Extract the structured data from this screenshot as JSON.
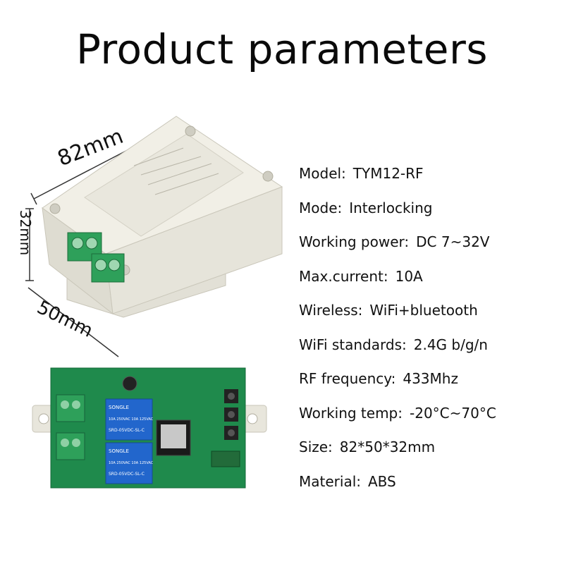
{
  "title": "Product parameters",
  "dimensions": {
    "length": "82mm",
    "height": "32mm",
    "width": "50mm"
  },
  "specs": [
    {
      "label": "Model:",
      "value": "TYM12-RF"
    },
    {
      "label": "Mode:",
      "value": "Interlocking"
    },
    {
      "label": "Working power:",
      "value": "DC 7~32V"
    },
    {
      "label": "Max.current:",
      "value": "10A"
    },
    {
      "label": "Wireless:",
      "value": "WiFi+bluetooth"
    },
    {
      "label": "WiFi standards:",
      "value": "2.4G b/g/n"
    },
    {
      "label": "RF  frequency:",
      "value": "433Mhz"
    },
    {
      "label": "Working temp:",
      "value": "-20°C~70°C"
    },
    {
      "label": "Size:",
      "value": "82*50*32mm"
    },
    {
      "label": "Material:",
      "value": "ABS"
    }
  ],
  "relay_labels": {
    "brand": "SONGLE",
    "model": "SRD-05VDC-SL-C",
    "rating": "10A 250VAC 10A 125VAC"
  },
  "colors": {
    "enclosure": "#eceae0",
    "pcb": "#1f8a4c",
    "terminal": "#2ea05a",
    "relay": "#2266cc"
  }
}
